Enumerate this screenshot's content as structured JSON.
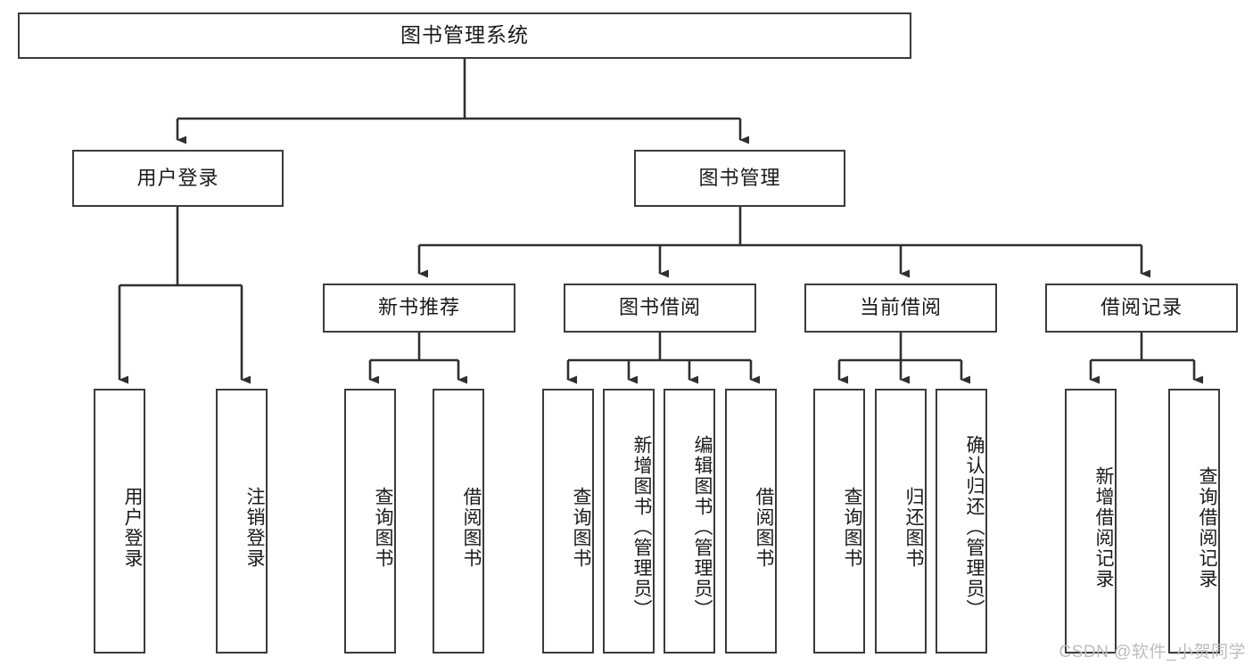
{
  "diagram": {
    "type": "tree",
    "title": "图书管理系统",
    "root": {
      "label": "图书管理系统"
    },
    "level2": [
      {
        "key": "user_login",
        "label": "用户登录"
      },
      {
        "key": "book_manage",
        "label": "图书管理"
      }
    ],
    "level3": [
      {
        "key": "new_book_rec",
        "label": "新书推荐"
      },
      {
        "key": "book_borrow",
        "label": "图书借阅"
      },
      {
        "key": "current_borrow",
        "label": "当前借阅"
      },
      {
        "key": "borrow_record",
        "label": "借阅记录"
      }
    ],
    "leaves": {
      "user_login": [
        {
          "label": "用户登录"
        },
        {
          "label": "注销登录"
        }
      ],
      "new_book_rec": [
        {
          "label": "查询图书"
        },
        {
          "label": "借阅图书"
        }
      ],
      "book_borrow": [
        {
          "label": "查询图书"
        },
        {
          "label": "新增图书（管理员）"
        },
        {
          "label": "编辑图书（管理员）"
        },
        {
          "label": "借阅图书"
        }
      ],
      "current_borrow": [
        {
          "label": "查询图书"
        },
        {
          "label": "归还图书"
        },
        {
          "label": "确认归还（管理员）"
        }
      ],
      "borrow_record": [
        {
          "label": "新增借阅记录"
        },
        {
          "label": "查询借阅记录"
        }
      ]
    },
    "watermark": "CSDN @软件_小贺同学",
    "colors": {
      "box_border": "#3b3b3b",
      "box_fill": "#ffffff",
      "line": "#2f2f2f",
      "text": "#1a1a1a",
      "watermark": "#bdbdbd"
    }
  }
}
